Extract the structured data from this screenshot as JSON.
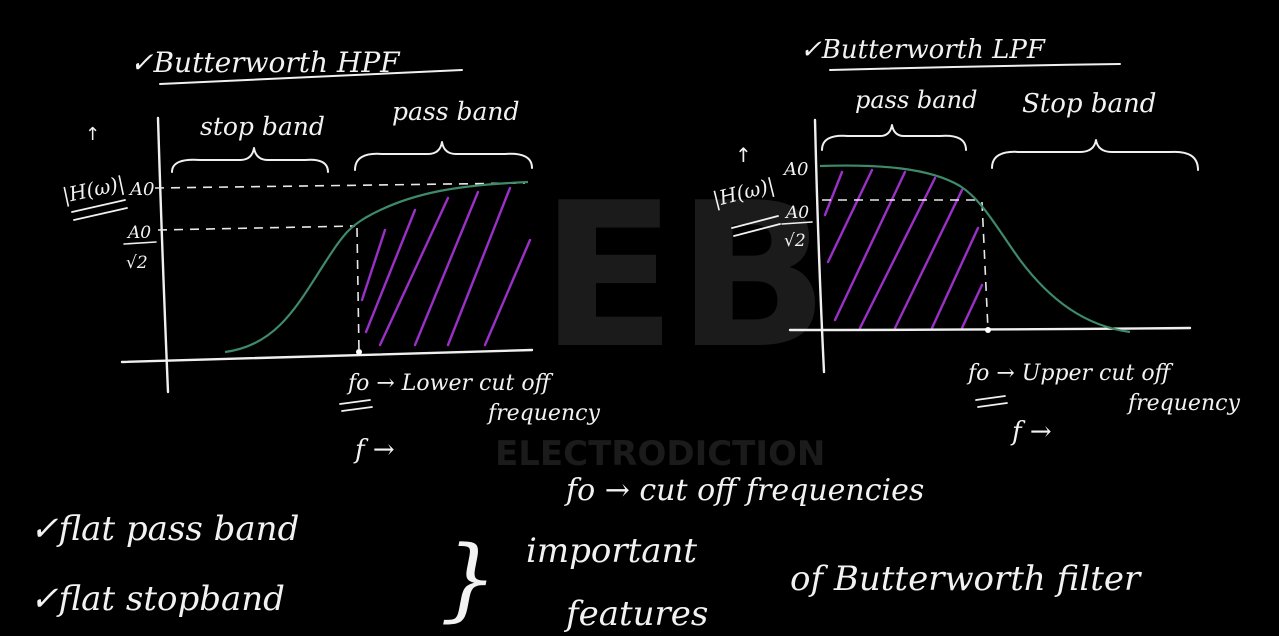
{
  "watermark": {
    "text": "ELECTRODICTION",
    "logo_text": "EB"
  },
  "colors": {
    "background": "#000000",
    "chalk": "#f0f0f0",
    "curve": "#3e8a6a",
    "hatch": "#9b30c8"
  },
  "hpf": {
    "title": "✓Butterworth HPF",
    "stop_label": "stop band",
    "pass_label": "pass band",
    "y_axis": "|H(ω)|",
    "y_arrow": "↑",
    "a0": "A0",
    "a0_num": "A0",
    "a0_den": "√2",
    "fo_note": "fo → Lower cut off",
    "fo_note2": "frequency",
    "f_axis": "f →"
  },
  "lpf": {
    "title": "✓Butterworth LPF",
    "pass_label": "pass band",
    "stop_label": "Stop band",
    "y_axis": "|H(ω)|",
    "y_arrow": "↑",
    "a0": "A0",
    "a0_num": "A0",
    "a0_den": "√2",
    "fo_note": "fo → Upper cut off",
    "fo_note2": "frequency",
    "f_axis": "f →"
  },
  "notes": {
    "cutoff": "fo → cut off frequencies",
    "flat_pass": "✓flat pass band",
    "flat_stop": "✓flat stopband",
    "brace": "}",
    "important": "important",
    "features": "features",
    "of_butterworth": "of Butterworth filter"
  }
}
